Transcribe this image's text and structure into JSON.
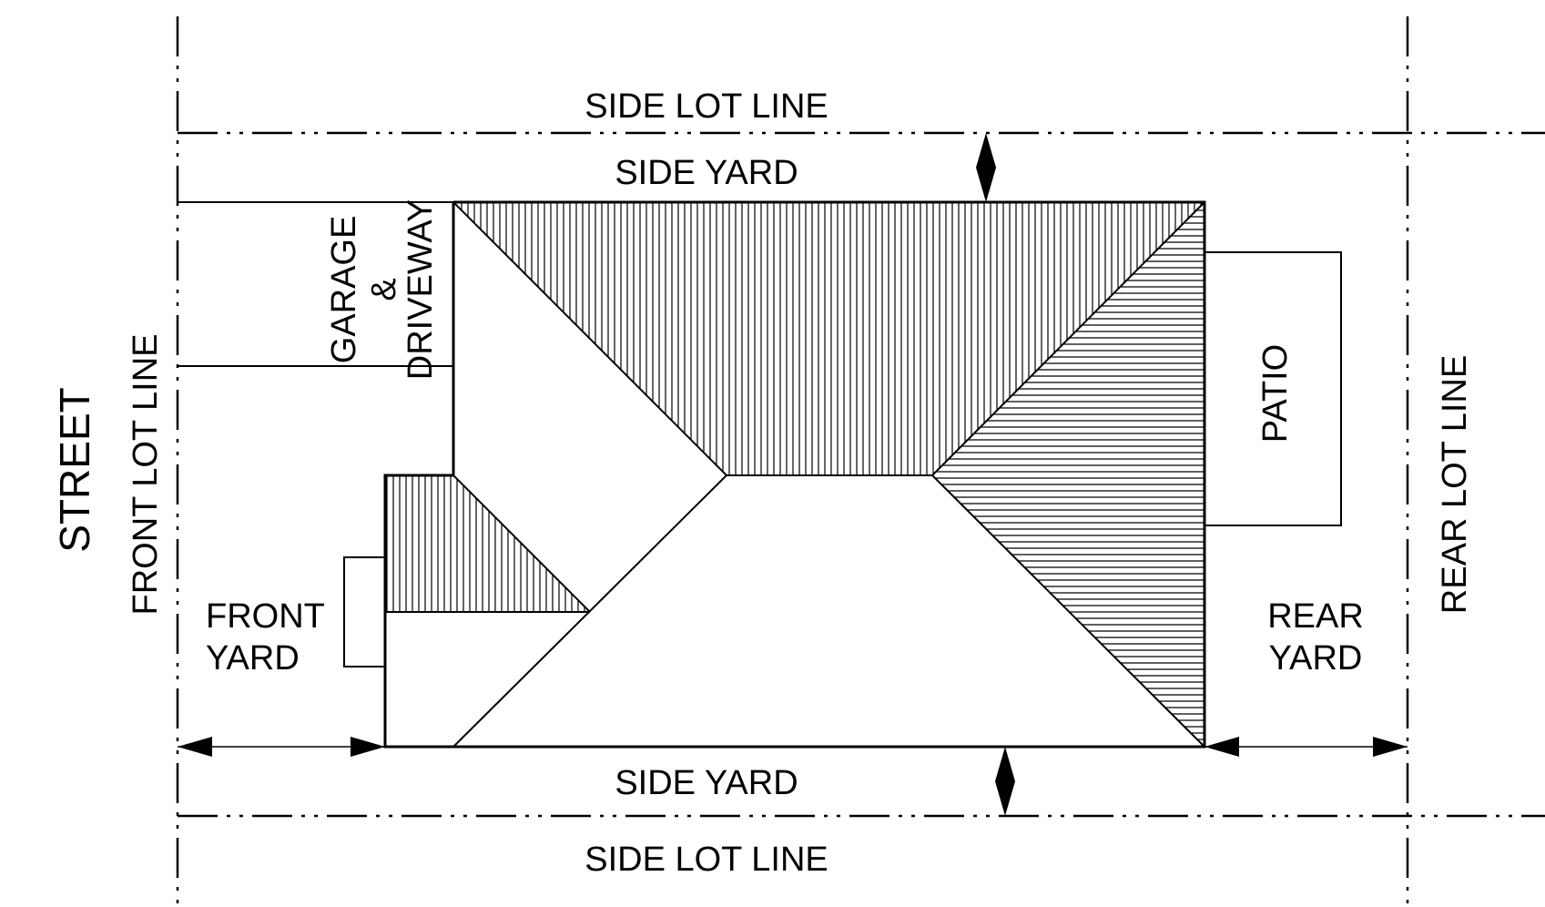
{
  "labels": {
    "side_lot_line_top": "SIDE LOT LINE",
    "side_lot_line_bottom": "SIDE LOT LINE",
    "side_yard_top": "SIDE YARD",
    "side_yard_bottom": "SIDE YARD",
    "street": "STREET",
    "front_lot_line": "FRONT LOT LINE",
    "rear_lot_line": "REAR LOT LINE",
    "garage": "GARAGE",
    "ampersand": "&",
    "driveway": "DRIVEWAY",
    "patio": "PATIO",
    "front_yard_1": "FRONT",
    "front_yard_2": "YARD",
    "rear_yard_1": "REAR",
    "rear_yard_2": "YARD"
  },
  "colors": {
    "ink": "#000000",
    "background": "#ffffff"
  }
}
